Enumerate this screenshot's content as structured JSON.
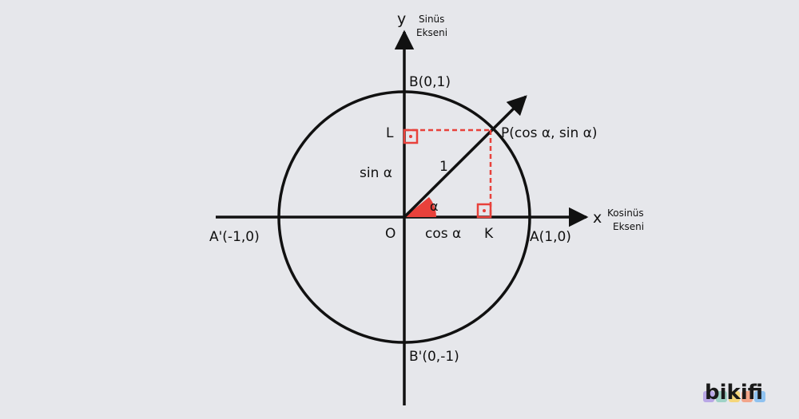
{
  "labels": {
    "y_axis": "y",
    "x_axis": "x",
    "sine_axis_line1": "Sinüs",
    "sine_axis_line2": "Ekseni",
    "cosine_axis_line1": "Kosinüs",
    "cosine_axis_line2": "Ekseni",
    "point_b": "B(0,1)",
    "point_b_prime": "B'(0,-1)",
    "point_a": "A(1,0)",
    "point_a_prime": "A'(-1,0)",
    "point_p": "P(cos α, sin α)",
    "point_l": "L",
    "point_k": "K",
    "origin": "O",
    "sin_label": "sin α",
    "cos_label": "cos α",
    "radius_label": "1",
    "angle_label": "α"
  },
  "logo": {
    "text": "bikifi"
  },
  "colors": {
    "background": "#e6e7eb",
    "lines": "#111111",
    "accent": "#e8413b"
  }
}
